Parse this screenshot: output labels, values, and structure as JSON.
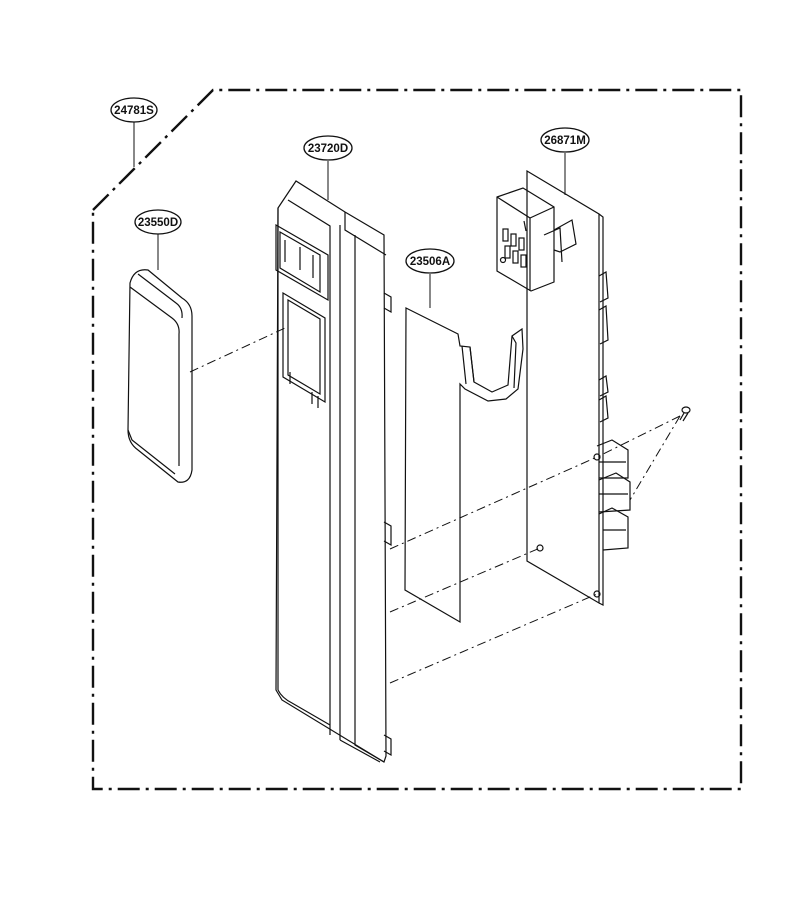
{
  "diagram": {
    "parts": {
      "assembly": "24781S",
      "cover": "23550D",
      "frame": "23720D",
      "insulation": "23506A",
      "pcb": "26871M"
    },
    "colors": {
      "line": "#111111",
      "background": "#ffffff"
    }
  }
}
